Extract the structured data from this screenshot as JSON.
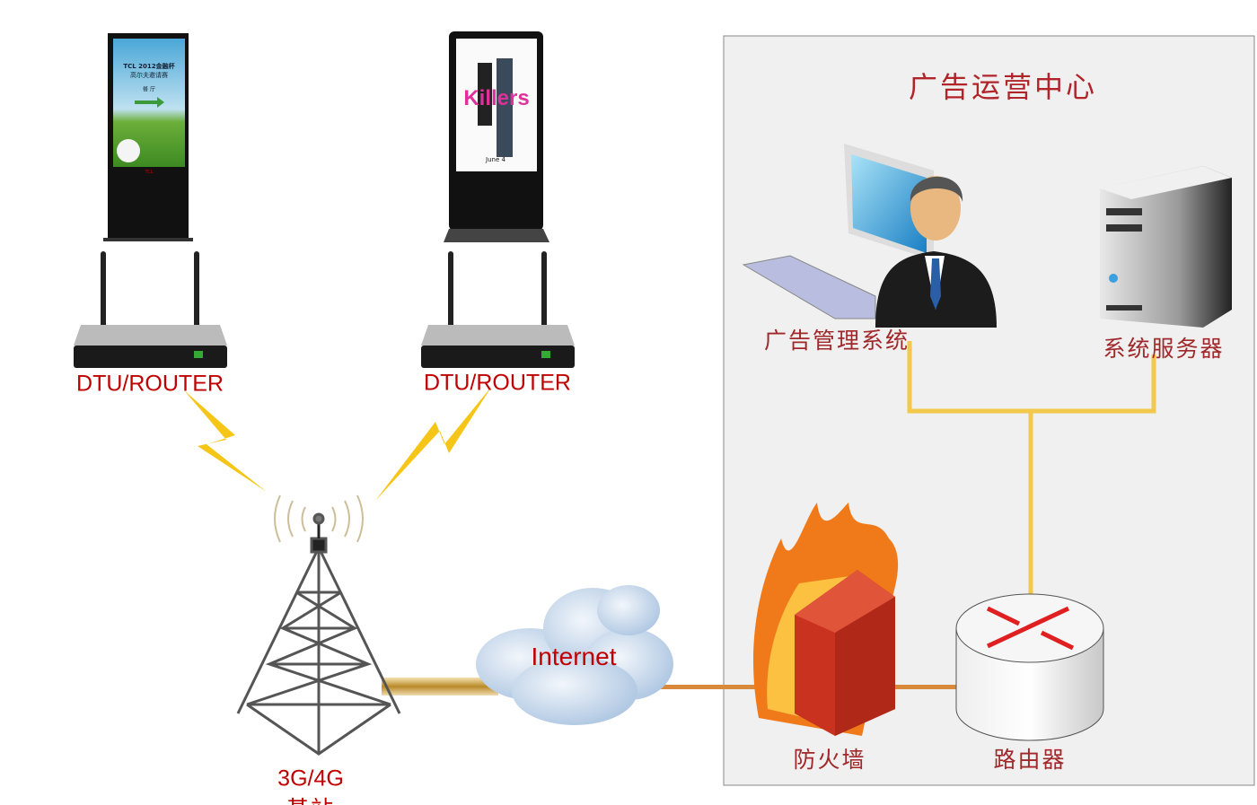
{
  "center": {
    "title": "广告运营中心"
  },
  "kiosks": [
    {
      "screen_lines": [
        "TCL 2012金融杯",
        "高尔夫邀请赛",
        "餐 厅"
      ],
      "brand": "TCL"
    },
    {
      "screen_title": "Killers",
      "screen_date": "June 4"
    }
  ],
  "routers": [
    {
      "label": "DTU/ROUTER"
    },
    {
      "label": "DTU/ROUTER"
    }
  ],
  "tower": {
    "label": "3G/4G",
    "label2": "基站"
  },
  "cloud": {
    "label": "Internet"
  },
  "firewall": {
    "label": "防火墙"
  },
  "core_router": {
    "label": "路由器"
  },
  "admin": {
    "label": "广告管理系统"
  },
  "server": {
    "label": "系统服务器"
  },
  "colors": {
    "label_red": "#c00000",
    "link_yellow": "#f2c94c",
    "link_gold": "#c89a3a",
    "link_orange": "#d9893a",
    "panel_bg": "#f0f0f0"
  }
}
